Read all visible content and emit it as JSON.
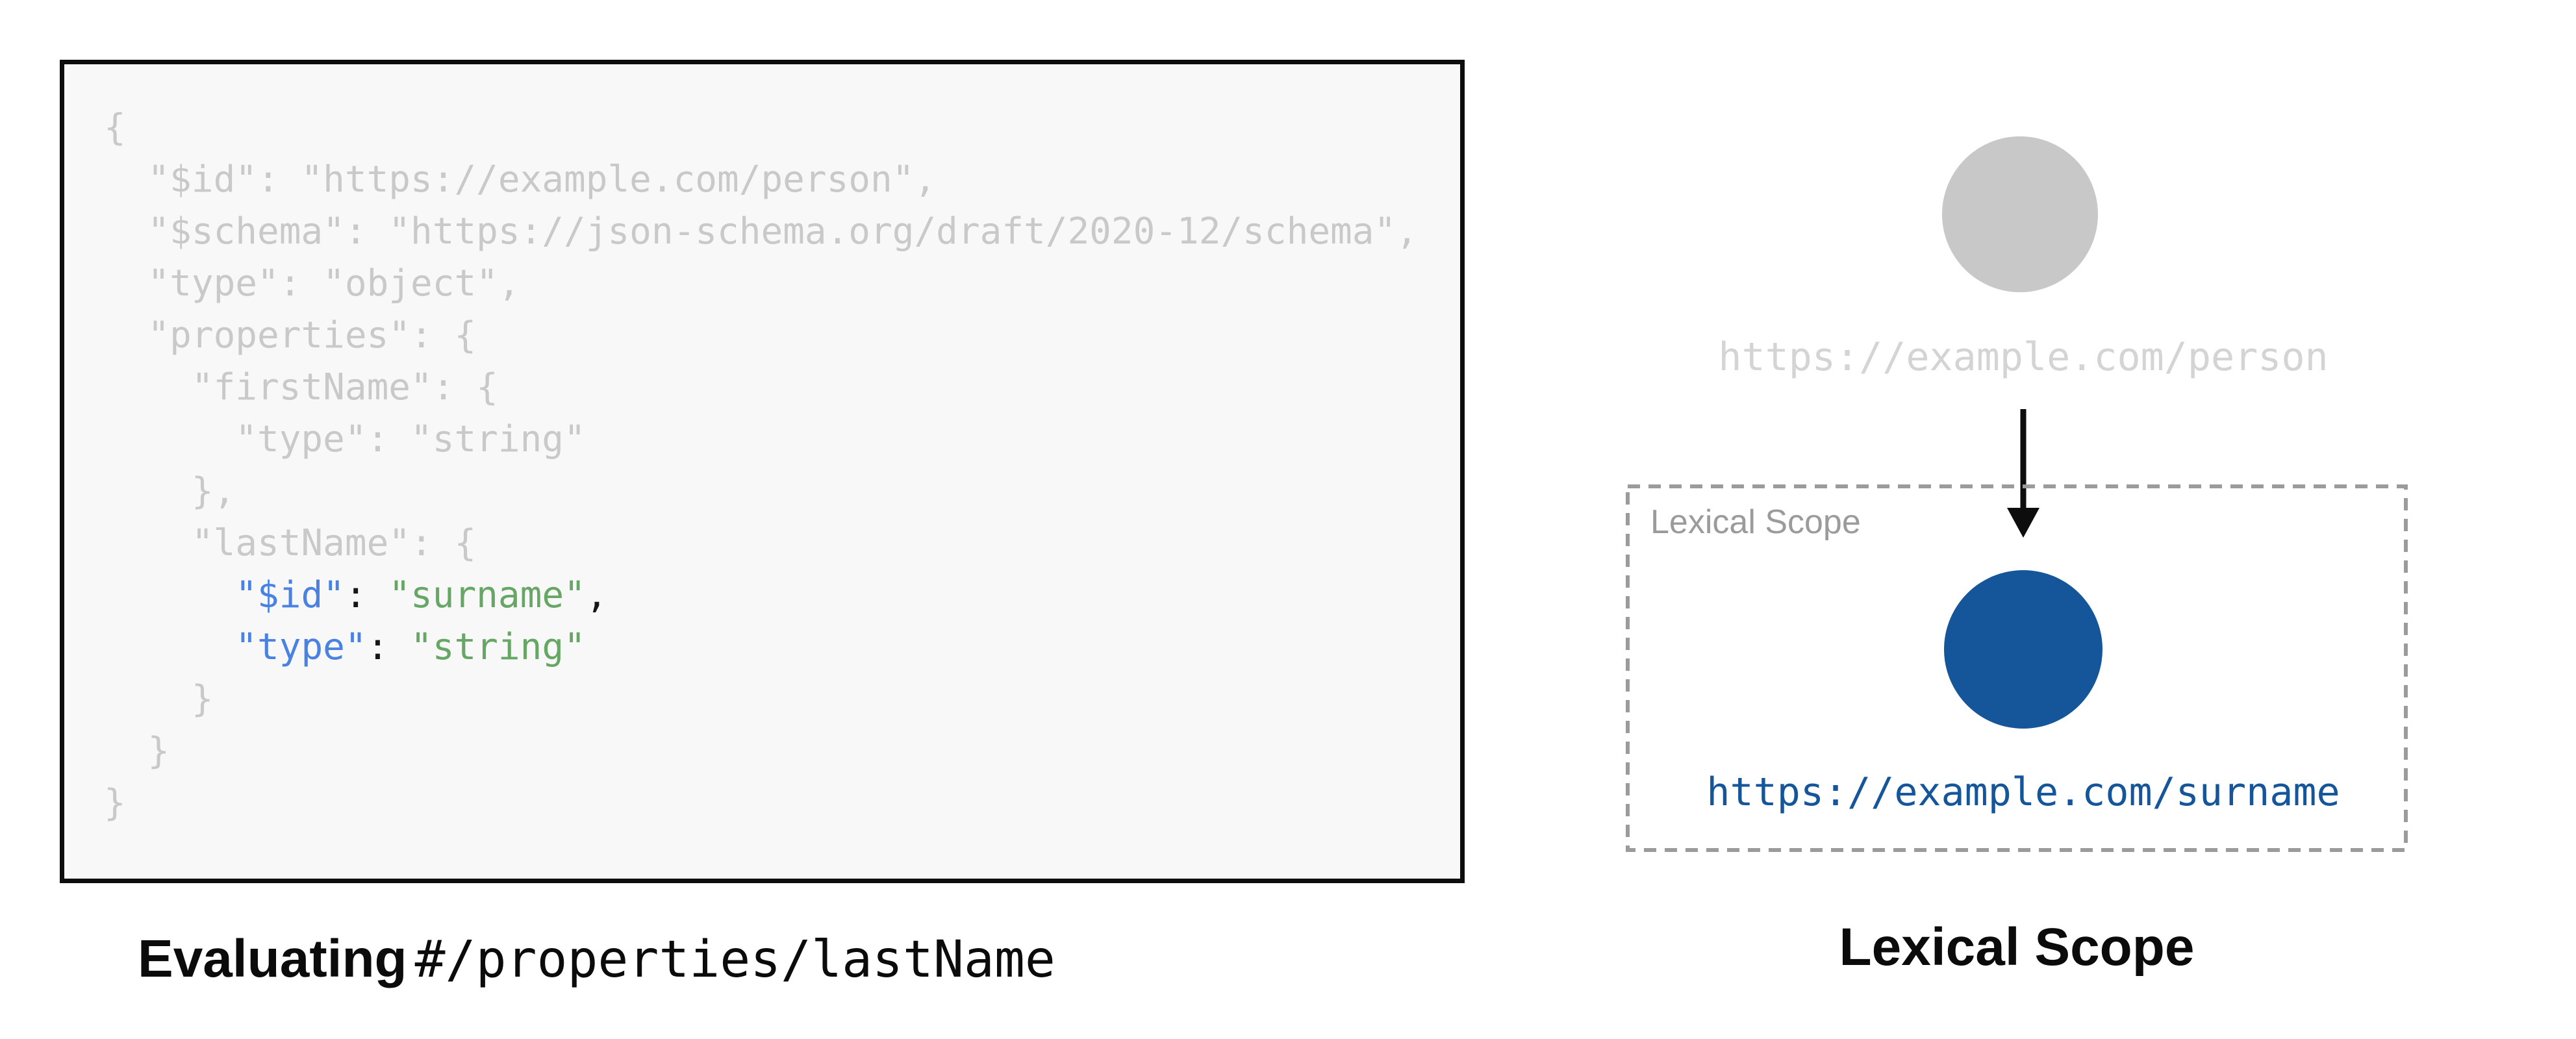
{
  "left": {
    "caption_bold": "Evaluating",
    "caption_mono": "#/properties/lastName",
    "code_lines": [
      {
        "segments": [
          {
            "t": "{",
            "c": "dim"
          }
        ]
      },
      {
        "segments": [
          {
            "t": "  \"$id\": \"https://example.com/person\",",
            "c": "dim"
          }
        ]
      },
      {
        "segments": [
          {
            "t": "  \"$schema\": \"https://json-schema.org/draft/2020-12/schema\",",
            "c": "dim"
          }
        ]
      },
      {
        "segments": [
          {
            "t": "  \"type\": \"object\",",
            "c": "dim"
          }
        ]
      },
      {
        "segments": [
          {
            "t": "  \"properties\": {",
            "c": "dim"
          }
        ]
      },
      {
        "segments": [
          {
            "t": "    \"firstName\": {",
            "c": "dim"
          }
        ]
      },
      {
        "segments": [
          {
            "t": "      \"type\": \"string\"",
            "c": "dim"
          }
        ]
      },
      {
        "segments": [
          {
            "t": "    },",
            "c": "dim"
          }
        ]
      },
      {
        "segments": [
          {
            "t": "    \"lastName\": {",
            "c": "dim"
          }
        ]
      },
      {
        "segments": [
          {
            "t": "      ",
            "c": "dim"
          },
          {
            "t": "\"$id\"",
            "c": "key"
          },
          {
            "t": ": ",
            "c": "punct"
          },
          {
            "t": "\"surname\"",
            "c": "str"
          },
          {
            "t": ",",
            "c": "punct"
          }
        ]
      },
      {
        "segments": [
          {
            "t": "      ",
            "c": "dim"
          },
          {
            "t": "\"type\"",
            "c": "key"
          },
          {
            "t": ": ",
            "c": "punct"
          },
          {
            "t": "\"string\"",
            "c": "str"
          }
        ]
      },
      {
        "segments": [
          {
            "t": "    }",
            "c": "dim"
          }
        ]
      },
      {
        "segments": [
          {
            "t": "  }",
            "c": "dim"
          }
        ]
      },
      {
        "segments": [
          {
            "t": "}",
            "c": "dim"
          }
        ]
      }
    ]
  },
  "right": {
    "person_uri": "https://example.com/person",
    "scope_label": "Lexical Scope",
    "surname_uri": "https://example.com/surname",
    "caption": "Lexical Scope"
  },
  "colors": {
    "accent-blue": "#15569b",
    "key-blue": "#4a82e4",
    "string-green": "#66a765",
    "code-dim": "#c9c9c9",
    "circle-gray": "#c8c8c8",
    "url-gray": "#d4d4d4",
    "scope-gray": "#9b9b9b"
  }
}
